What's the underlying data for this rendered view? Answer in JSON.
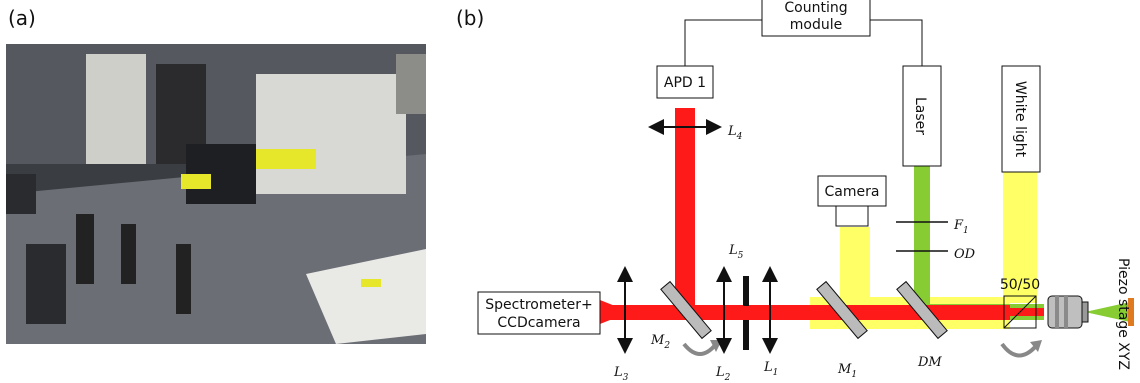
{
  "panels": {
    "a": "(a)",
    "b": "(b)"
  },
  "photo": {
    "desc": "laboratory optical table setup"
  },
  "boxes": {
    "counting_line1": "Counting",
    "counting_line2": "module",
    "apd": "APD 1",
    "laser": "Laser",
    "white_light": "White light",
    "camera": "Camera",
    "spectrometer_line1": "Spectrometer+",
    "spectrometer_line2": "CCDcamera",
    "piezo": "Piezo  stage XYZ",
    "beamsplitter": "50/50"
  },
  "labels": {
    "L4": "L",
    "L4_sub": "4",
    "L5": "L",
    "L5_sub": "5",
    "L3": "L",
    "L3_sub": "3",
    "L2": "L",
    "L2_sub": "2",
    "L1": "L",
    "L1_sub": "1",
    "M2": "M",
    "M2_sub": "2",
    "M1": "M",
    "M1_sub": "1",
    "DM": "DM",
    "F1": "F",
    "F1_sub": "1",
    "OD": "OD"
  },
  "colors": {
    "red_beam": "#ff1a1a",
    "yellow_beam": "#ffff66",
    "green_beam": "#88cc33",
    "mirror": "#bbbbbb",
    "piezo_stage": "#e07a20",
    "arrow_gray": "#888888"
  }
}
